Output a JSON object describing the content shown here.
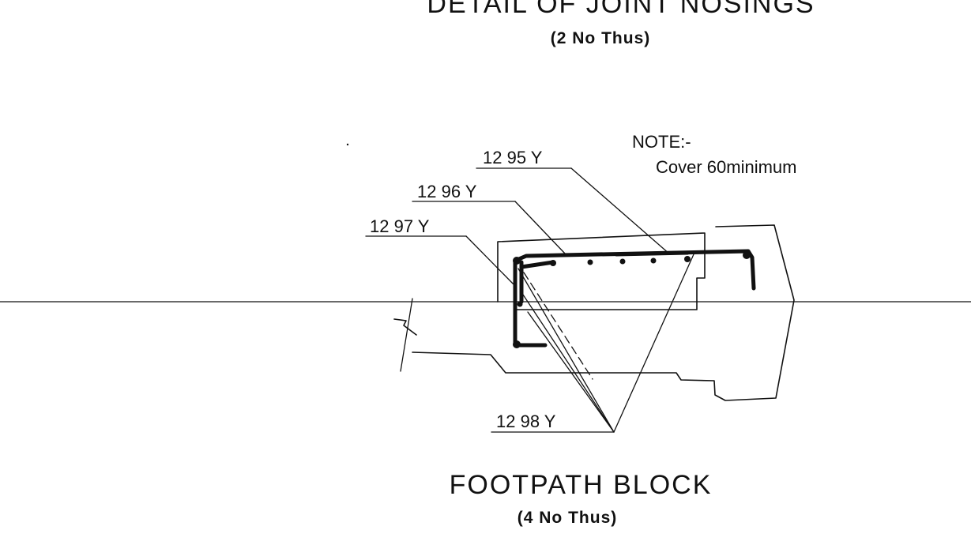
{
  "top_heading": {
    "title": "DETAIL OF JOINT NOSINGS",
    "subtitle": "(2 No Thus)"
  },
  "note": {
    "heading": "NOTE:-",
    "text": "Cover 60minimum"
  },
  "bar_marks": {
    "m95": "12 95 Y",
    "m96": "12 96 Y",
    "m97": "12 97 Y",
    "m98": "12 98 Y"
  },
  "bottom_heading": {
    "title": "FOOTPATH BLOCK",
    "subtitle": "(4 No Thus)"
  },
  "colors": {
    "ink": "#111111",
    "paper": "#ffffff"
  }
}
